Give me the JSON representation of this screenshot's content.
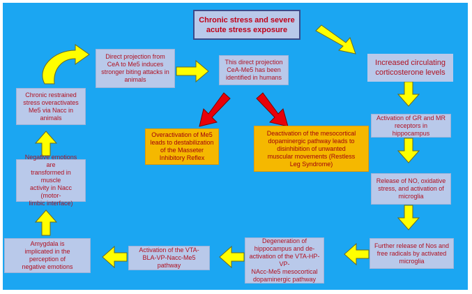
{
  "title": "Chronic stress and severe\nacute stress exposure",
  "nodes": {
    "corticosterone": "Increased circulating\ncorticosterone levels",
    "gr_mr": "Activation of GR and MR\nreceptors in hippocampus",
    "no_stress": "Release of NO, oxidative\nstress, and activation of\nmicroglia",
    "free_radicals": "Further release of Nos and\nfree radicals by activated\nmicroglia",
    "degeneration": "Degeneration of\nhippocampus and de-\nactivation of the VTA-HP-VP-\nNAcc-Me5 mesocortical\ndopaminergic pathway",
    "vta_bla": "Activation of the VTA-\nBLA-VP-Nacc-Me5\npathway",
    "amygdala": "Amygdala is\nimplicated in the\nperception of\nnegative emotions",
    "negative_emotions": "Negative emotions are\ntransformed in muscle\nactivity in Nacc (motor-\nlimbic interface)",
    "chronic_restrained": "Chronic restrained\nstress overactivates\nMe5 via Nacc in\nanimals",
    "direct_projection": "Direct projection from\nCeA to Me5 induces\nstronger biting attacks in\nanimals",
    "humans": "This direct projection\nCeA-Me5 has been\nidentified in humans",
    "overactivation": "Overactivation of Me5\nleads to destabilization\nof the Masseter\nInhibitory Reflex",
    "deactivation": "Deactivation of the mesocortical\ndopaminergic pathway leads to\ndisinhibition of unwanted\nmuscular movements  (Restless\nLeg Syndrome)"
  },
  "colors": {
    "background": "#1ba6f2",
    "box_fill": "#b9c9ea",
    "highlight_fill": "#f5b800",
    "text": "#b01020",
    "flow_arrow": "#ffff00",
    "branch_arrow": "#e8000a"
  }
}
